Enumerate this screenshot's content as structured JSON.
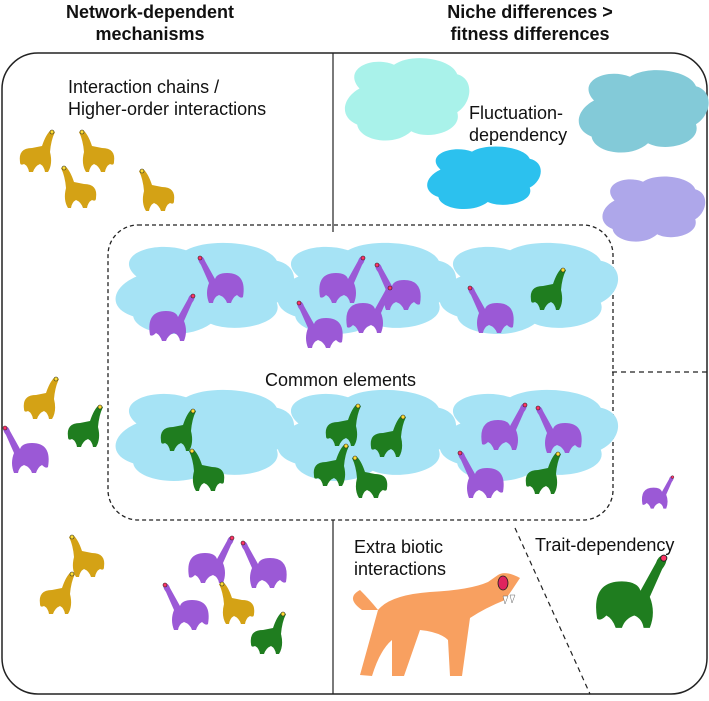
{
  "headers": {
    "left_line1": "Network-dependent",
    "left_line2": "mechanisms",
    "right_line1": "Niche differences >",
    "right_line2": "fitness differences"
  },
  "labels": {
    "interaction_line1": "Interaction chains /",
    "interaction_line2": "Higher-order interactions",
    "fluctuation_line1": "Fluctuation-",
    "fluctuation_line2": "dependency",
    "common": "Common elements",
    "extra_line1": "Extra biotic",
    "extra_line2": "interactions",
    "trait": "Trait-dependency"
  },
  "colors": {
    "gold": "#d4a215",
    "purple": "#9b59d6",
    "green": "#1f7d1f",
    "pond": "#a6e3f5",
    "cloud_mint": "#a9f2ea",
    "cloud_steel": "#83cad8",
    "cloud_cyan": "#2cc1ee",
    "cloud_lavender": "#aea7ea",
    "predator": "#f8a060",
    "outline": "#222222"
  },
  "scene": {
    "cells": [
      {
        "purple": 2,
        "green": 0
      },
      {
        "purple": 4,
        "green": 0
      },
      {
        "purple": 1,
        "green": 1
      },
      {
        "purple": 0,
        "green": 2
      },
      {
        "purple": 0,
        "green": 4
      },
      {
        "purple": 3,
        "green": 1
      }
    ]
  }
}
